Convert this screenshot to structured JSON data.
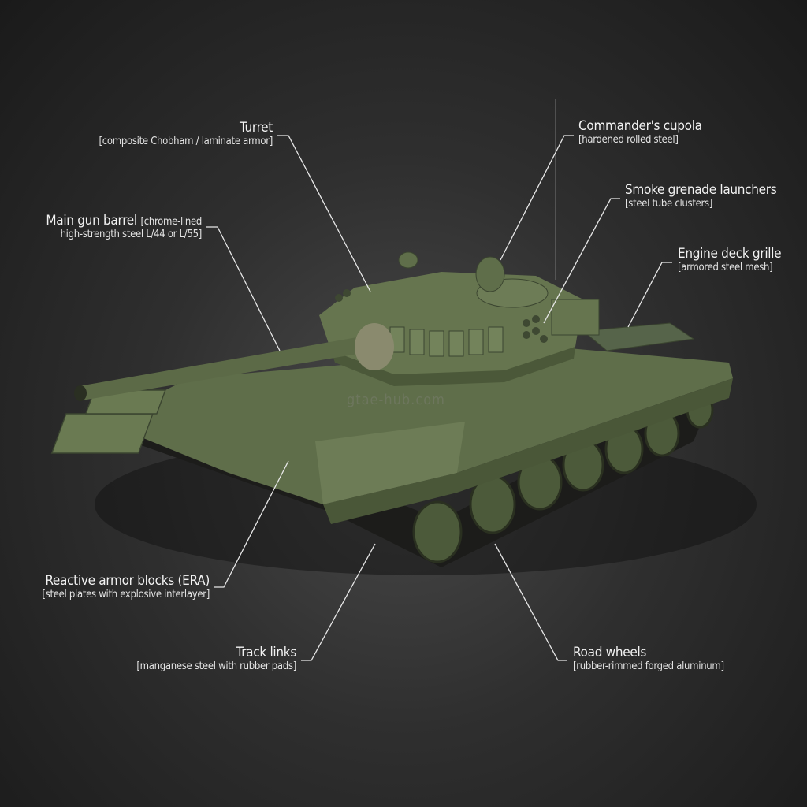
{
  "callouts": [
    {
      "title": "Turret",
      "material": "[composite Chobham / laminate armor]"
    },
    {
      "title": "Main gun barrel",
      "material_inline": "[chrome-lined",
      "material": "high-strength steel L/44 or L/55]"
    },
    {
      "title": "Commander's cupola",
      "material": "[hardened rolled steel]"
    },
    {
      "title": "Smoke grenade launchers",
      "material": "[steel tube clusters]"
    },
    {
      "title": "Engine deck grille",
      "material": "[armored steel mesh]"
    },
    {
      "title": "Reactive armor blocks (ERA)",
      "material": "[steel plates with explosive interlayer]"
    },
    {
      "title": "Track links",
      "material": "[manganese steel with rubber pads]"
    },
    {
      "title": "Road wheels",
      "material": "[rubber-rimmed forged aluminum]"
    }
  ],
  "watermark": "gtae-hub.com",
  "colors": {
    "background": "#2a2a2a",
    "tank_green": "#5f6e4a",
    "text": "#f2f2f2",
    "leader_line": "#e8e8e8"
  }
}
